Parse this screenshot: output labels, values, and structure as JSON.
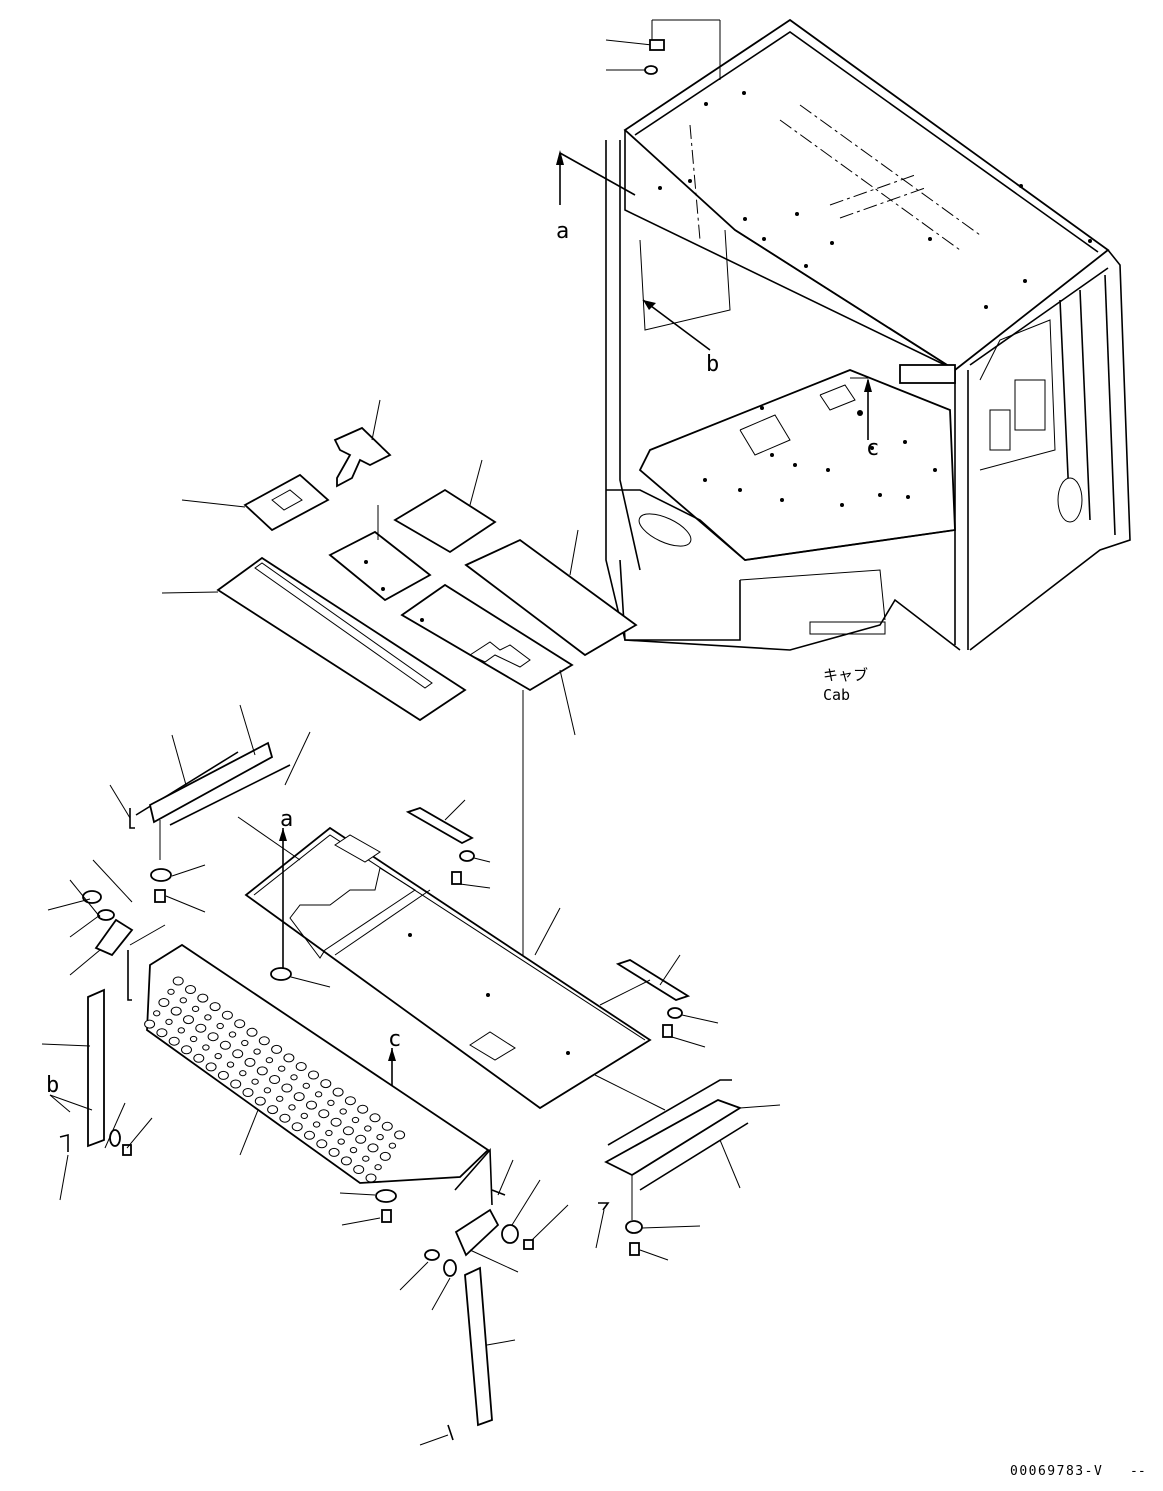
{
  "labels": {
    "cab_ref_a": "a",
    "cab_ref_b": "b",
    "cab_ref_c": "c",
    "floor_ref_a": "a",
    "left_ref_b": "b",
    "step_ref_c": "c",
    "cab_name_jp": "キャブ",
    "cab_name_en": "Cab",
    "drawing_number": "00069783-V",
    "drawing_suffix": "--"
  },
  "icons": {
    "cab": "cab-assembly-icon",
    "floor_plate": "floor-plate-icon",
    "step": "perforated-step-icon",
    "bolt": "bolt-icon",
    "washer": "washer-icon"
  }
}
